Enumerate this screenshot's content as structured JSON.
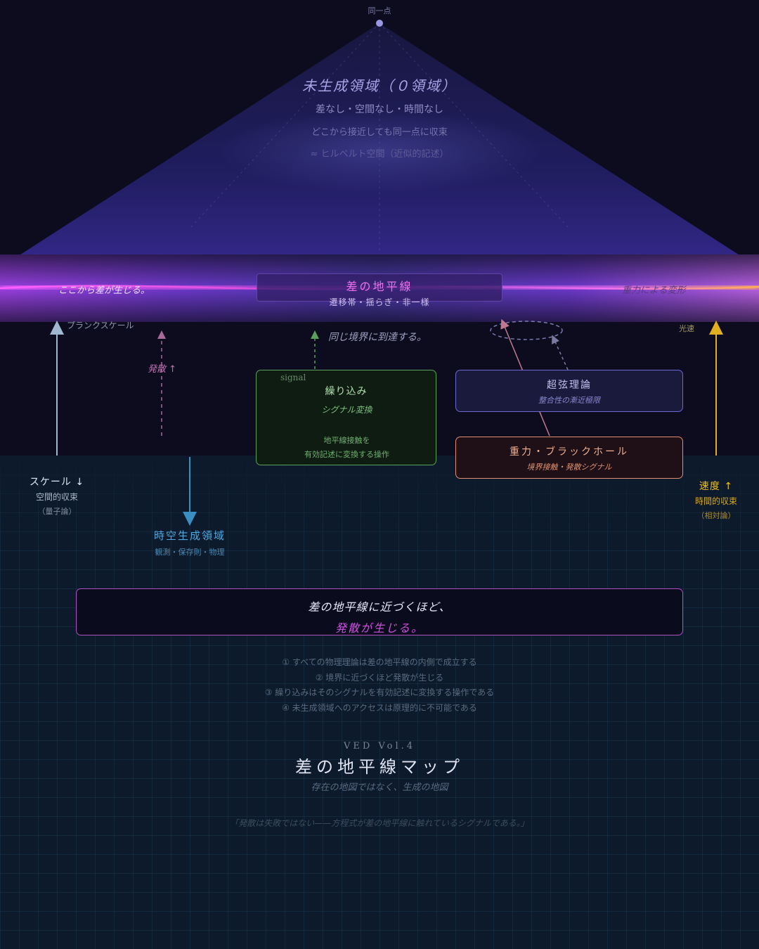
{
  "top_point": {
    "label": "同一点"
  },
  "ungenerated": {
    "title": "未生成領域（０領域）",
    "line1": "差なし・空間なし・時間なし",
    "line2": "どこから接近しても同一点に収束",
    "line3": "≈ ヒルベルト空間（近似的記述）"
  },
  "horizon": {
    "title": "差の地平線",
    "subtitle": "遷移帯・揺らぎ・非一様",
    "left_caption": "ここから差が生じる。",
    "right_caption": "重力による変形"
  },
  "labels": {
    "planck": "プランクスケール",
    "light_speed": "光速",
    "divergence": "発散 ↑",
    "same_boundary": "同じ境界に到達する。",
    "signal": "signal"
  },
  "renormalization": {
    "title": "繰り込み",
    "subtitle": "シグナル変換",
    "line1": "地平線接触を",
    "line2": "有効記述に変換する操作"
  },
  "string_theory": {
    "title": "超弦理論",
    "subtitle": "整合性の漸近極限"
  },
  "gravity": {
    "title": "重力・ブラックホール",
    "subtitle": "境界接触・発散シグナル"
  },
  "scale": {
    "title": "スケール ↓",
    "line1": "空間的収束",
    "line2": "（量子論）"
  },
  "speed": {
    "title": "速度 ↑",
    "line1": "時間的収束",
    "line2": "（相対論）"
  },
  "spacetime": {
    "title": "時空生成領域",
    "subtitle": "観測・保存則・物理"
  },
  "statement": {
    "line1": "差の地平線に近づくほど、",
    "line2": "発散が生じる。"
  },
  "principles": [
    "① すべての物理理論は差の地平線の内側で成立する",
    "② 境界に近づくほど発散が生じる",
    "③ 繰り込みはそのシグナルを有効記述に変換する操作である",
    "④ 未生成領域へのアクセスは原理的に不可能である"
  ],
  "footer": {
    "volume": "VED Vol.4",
    "title": "差の地平線マップ",
    "subtitle": "存在の地図ではなく、生成の地図",
    "quote": "「発散は失敗ではない——方程式が差の地平線に触れているシグナルである。」"
  },
  "colors": {
    "horizon_magenta": "#e060e0",
    "horizon_purple": "#7a3fd8",
    "scale_arrow": "#9fb8d0",
    "speed_arrow": "#e0b020",
    "spacetime": "#3a8ec0",
    "renorm_green": "#6fbf6f",
    "string_blue": "#6a6ad0",
    "gravity_orange": "#e09070"
  }
}
